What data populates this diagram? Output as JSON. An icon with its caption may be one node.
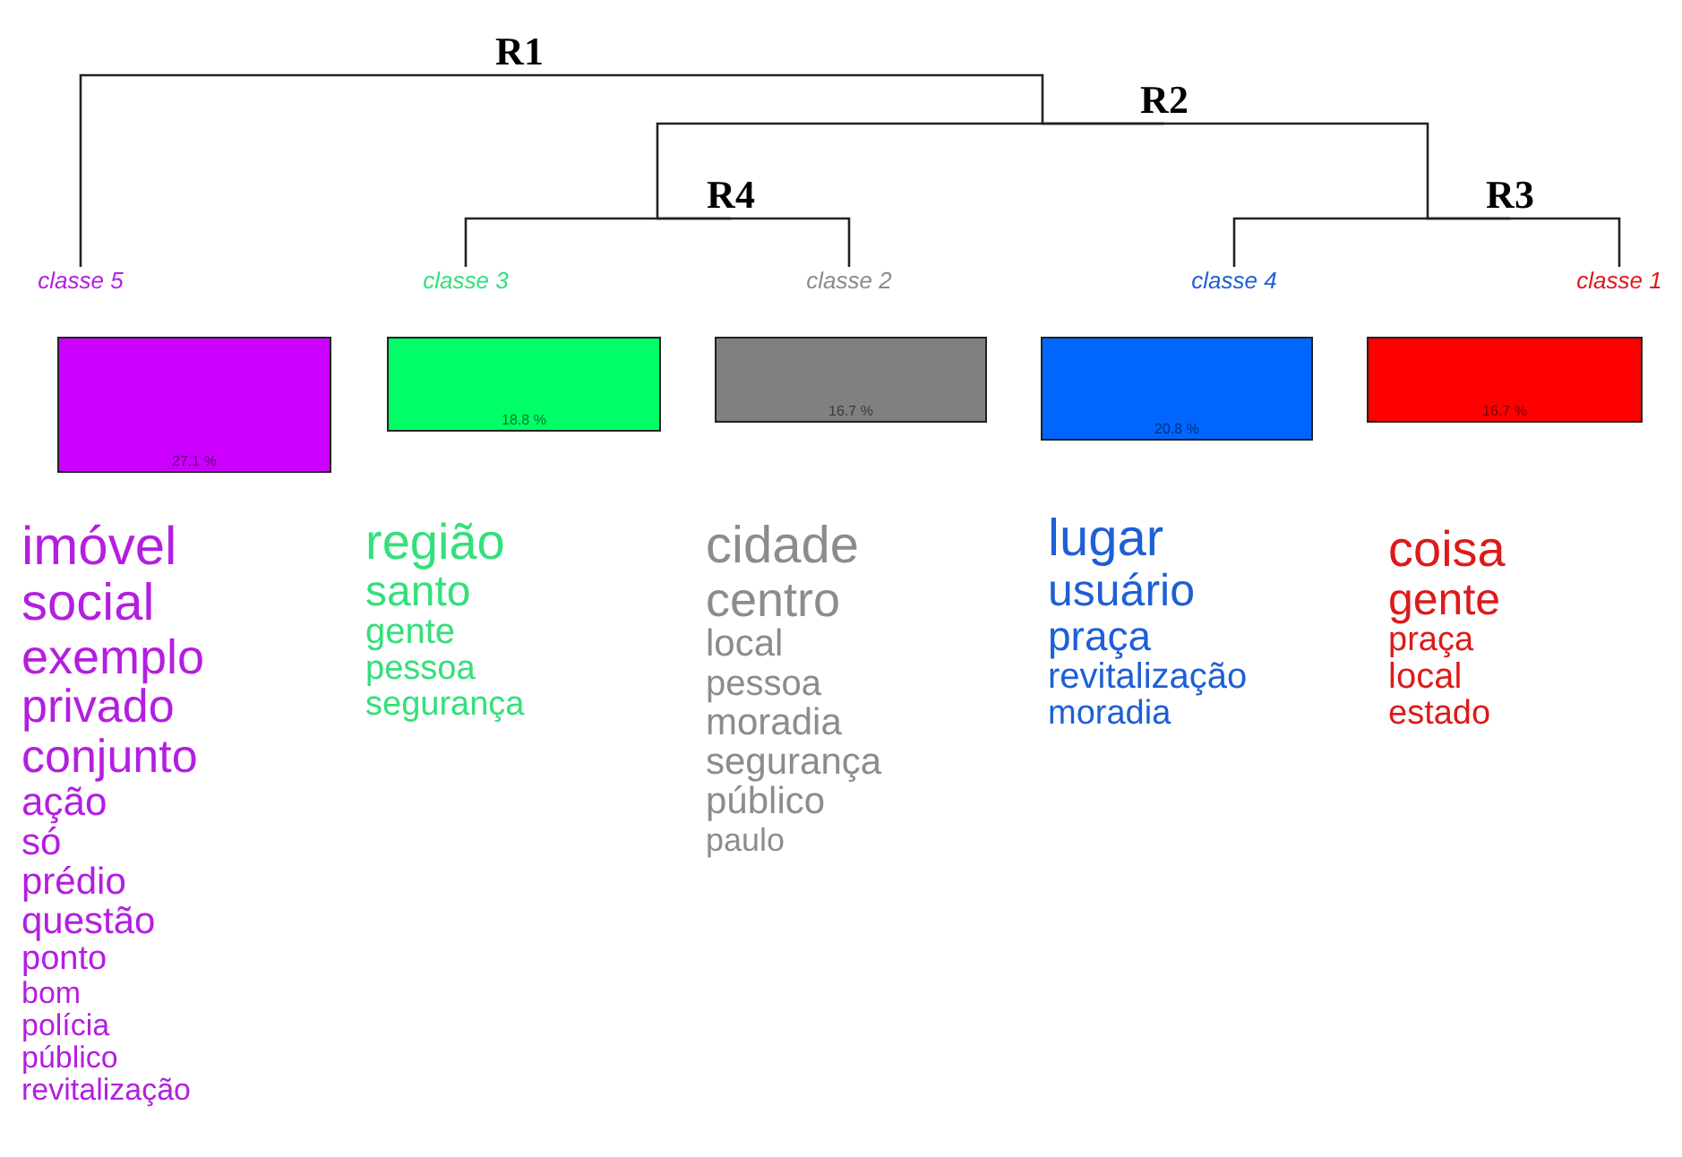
{
  "diagram": {
    "nodes": [
      {
        "text": [
          "R1"
        ]
      },
      {
        "text": [
          "R2"
        ]
      },
      {
        "text": [
          "R4"
        ]
      },
      {
        "text": [
          "R3"
        ]
      },
      {
        "text": [
          "classe 5",
          "27.1 %"
        ],
        "beside": [
          "imóvel",
          "social",
          "exemplo",
          "privado",
          "conjunto",
          "ação",
          "só",
          "prédio",
          "questão",
          "ponto",
          "bom",
          "polícia",
          "público",
          "revitalização"
        ]
      },
      {
        "text": [
          "classe 3",
          "18.8 %"
        ],
        "beside": [
          "região",
          "santo",
          "gente",
          "pessoa",
          "segurança"
        ]
      },
      {
        "text": [
          "classe 2",
          "16.7 %"
        ],
        "beside": [
          "cidade",
          "centro",
          "local",
          "pessoa",
          "moradia",
          "segurança",
          "público",
          "paulo"
        ]
      },
      {
        "text": [
          "classe 4",
          "20.8 %"
        ],
        "beside": [
          "lugar",
          "usuário",
          "praça",
          "revitalização",
          "moradia"
        ]
      },
      {
        "text": [
          "classe 1",
          "16.7 %"
        ],
        "beside": [
          "coisa",
          "gente",
          "praça",
          "local",
          "estado"
        ]
      }
    ],
    "edges": [
      {
        "from": 0,
        "to": 4,
        "arrow": "none"
      },
      {
        "from": 0,
        "to": 1,
        "arrow": "none"
      },
      {
        "from": 1,
        "to": 2,
        "arrow": "none"
      },
      {
        "from": 1,
        "to": 3,
        "arrow": "none"
      },
      {
        "from": 2,
        "to": 5,
        "arrow": "none"
      },
      {
        "from": 2,
        "to": 6,
        "arrow": "none"
      },
      {
        "from": 3,
        "to": 7,
        "arrow": "none"
      },
      {
        "from": 3,
        "to": 8,
        "arrow": "none"
      }
    ]
  }
}
